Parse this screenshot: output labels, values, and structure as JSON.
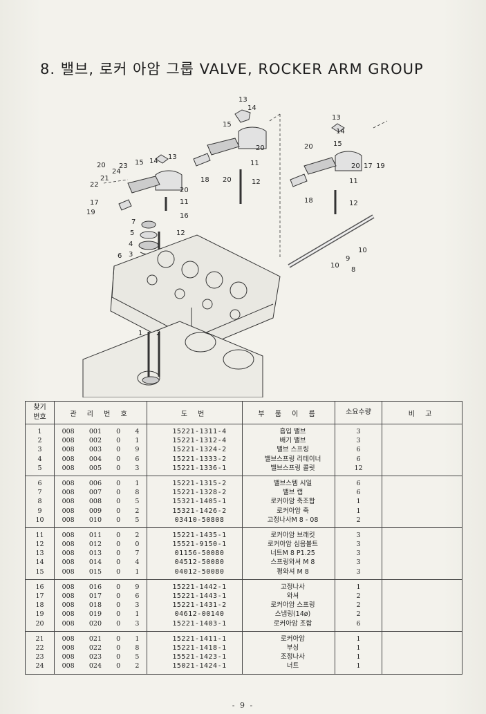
{
  "title": "8. 밸브, 로커 아암 그룹 VALVE, ROCKER ARM GROUP",
  "diagram_labels": [
    "13",
    "14",
    "15",
    "11",
    "20",
    "18",
    "12",
    "13",
    "14",
    "15",
    "20",
    "17",
    "19",
    "11",
    "18",
    "12",
    "20",
    "23",
    "24",
    "21",
    "22",
    "14",
    "13",
    "15",
    "20",
    "11",
    "17",
    "19",
    "16",
    "7",
    "5",
    "4",
    "3",
    "6",
    "12",
    "10",
    "9",
    "10",
    "8",
    "1",
    "2"
  ],
  "table": {
    "headers": {
      "no": "찾기\n번호",
      "mgmt": "관 리 번 호",
      "drawing": "도 번",
      "name": "부 품 이 름",
      "qty": "소요수량",
      "remark": "비 고"
    },
    "groups": [
      {
        "rows": [
          {
            "no": "1",
            "m1": "008",
            "m2": "001",
            "m3": "0",
            "m4": "4",
            "drawing": "15221-1311-4",
            "name": "흡입 밸브",
            "qty": "3"
          },
          {
            "no": "2",
            "m1": "008",
            "m2": "002",
            "m3": "0",
            "m4": "1",
            "drawing": "15221-1312-4",
            "name": "배기 밸브",
            "qty": "3"
          },
          {
            "no": "3",
            "m1": "008",
            "m2": "003",
            "m3": "0",
            "m4": "9",
            "drawing": "15221-1324-2",
            "name": "밸브 스프링",
            "qty": "6"
          },
          {
            "no": "4",
            "m1": "008",
            "m2": "004",
            "m3": "0",
            "m4": "6",
            "drawing": "15221-1333-2",
            "name": "밸브스프링 리테이너",
            "qty": "6"
          },
          {
            "no": "5",
            "m1": "008",
            "m2": "005",
            "m3": "0",
            "m4": "3",
            "drawing": "15221-1336-1",
            "name": "밸브스프링 콜릿",
            "qty": "12"
          }
        ]
      },
      {
        "rows": [
          {
            "no": "6",
            "m1": "008",
            "m2": "006",
            "m3": "0",
            "m4": "1",
            "drawing": "15221-1315-2",
            "name": "밸브스템 시일",
            "qty": "6"
          },
          {
            "no": "7",
            "m1": "008",
            "m2": "007",
            "m3": "0",
            "m4": "8",
            "drawing": "15221-1328-2",
            "name": "밸브 캡",
            "qty": "6"
          },
          {
            "no": "8",
            "m1": "008",
            "m2": "008",
            "m3": "0",
            "m4": "5",
            "drawing": "15321-1405-1",
            "name": "로커아암 축조합",
            "qty": "1"
          },
          {
            "no": "9",
            "m1": "008",
            "m2": "009",
            "m3": "0",
            "m4": "2",
            "drawing": "15321-1426-2",
            "name": "로커아암 축",
            "qty": "1"
          },
          {
            "no": "10",
            "m1": "008",
            "m2": "010",
            "m3": "0",
            "m4": "5",
            "drawing": "03410-50808",
            "name": "고정나사M 8 - 08",
            "qty": "2"
          }
        ]
      },
      {
        "rows": [
          {
            "no": "11",
            "m1": "008",
            "m2": "011",
            "m3": "0",
            "m4": "2",
            "drawing": "15221-1435-1",
            "name": "로커아암 브래킷",
            "qty": "3"
          },
          {
            "no": "12",
            "m1": "008",
            "m2": "012",
            "m3": "0",
            "m4": "0",
            "drawing": "15521-9150-1",
            "name": "로커아암 심음볼트",
            "qty": "3"
          },
          {
            "no": "13",
            "m1": "008",
            "m2": "013",
            "m3": "0",
            "m4": "7",
            "drawing": "01156-50080",
            "name": "너트M 8 P1.25",
            "qty": "3"
          },
          {
            "no": "14",
            "m1": "008",
            "m2": "014",
            "m3": "0",
            "m4": "4",
            "drawing": "04512-50080",
            "name": "스프링와셔 M 8",
            "qty": "3"
          },
          {
            "no": "15",
            "m1": "008",
            "m2": "015",
            "m3": "0",
            "m4": "1",
            "drawing": "04012-50080",
            "name": "평와셔 M 8",
            "qty": "3"
          }
        ]
      },
      {
        "rows": [
          {
            "no": "16",
            "m1": "008",
            "m2": "016",
            "m3": "0",
            "m4": "9",
            "drawing": "15221-1442-1",
            "name": "고정나사",
            "qty": "1"
          },
          {
            "no": "17",
            "m1": "008",
            "m2": "017",
            "m3": "0",
            "m4": "6",
            "drawing": "15221-1443-1",
            "name": "와셔",
            "qty": "2"
          },
          {
            "no": "18",
            "m1": "008",
            "m2": "018",
            "m3": "0",
            "m4": "3",
            "drawing": "15221-1431-2",
            "name": "로커아암 스프링",
            "qty": "2"
          },
          {
            "no": "19",
            "m1": "008",
            "m2": "019",
            "m3": "0",
            "m4": "1",
            "drawing": "04612-00140",
            "name": "스냅링(14ø)",
            "qty": "2"
          },
          {
            "no": "20",
            "m1": "008",
            "m2": "020",
            "m3": "0",
            "m4": "3",
            "drawing": "15221-1403-1",
            "name": "로커아암 조합",
            "qty": "6"
          }
        ]
      },
      {
        "rows": [
          {
            "no": "21",
            "m1": "008",
            "m2": "021",
            "m3": "0",
            "m4": "1",
            "drawing": "15221-1411-1",
            "name": "로커아암",
            "qty": "1"
          },
          {
            "no": "22",
            "m1": "008",
            "m2": "022",
            "m3": "0",
            "m4": "8",
            "drawing": "15221-1418-1",
            "name": "부싱",
            "qty": "1"
          },
          {
            "no": "23",
            "m1": "008",
            "m2": "023",
            "m3": "0",
            "m4": "5",
            "drawing": "15521-1423-1",
            "name": "조정나사",
            "qty": "1"
          },
          {
            "no": "24",
            "m1": "008",
            "m2": "024",
            "m3": "0",
            "m4": "2",
            "drawing": "15021-1424-1",
            "name": "너트",
            "qty": "1"
          }
        ]
      }
    ]
  },
  "page_number": "- 9 -"
}
